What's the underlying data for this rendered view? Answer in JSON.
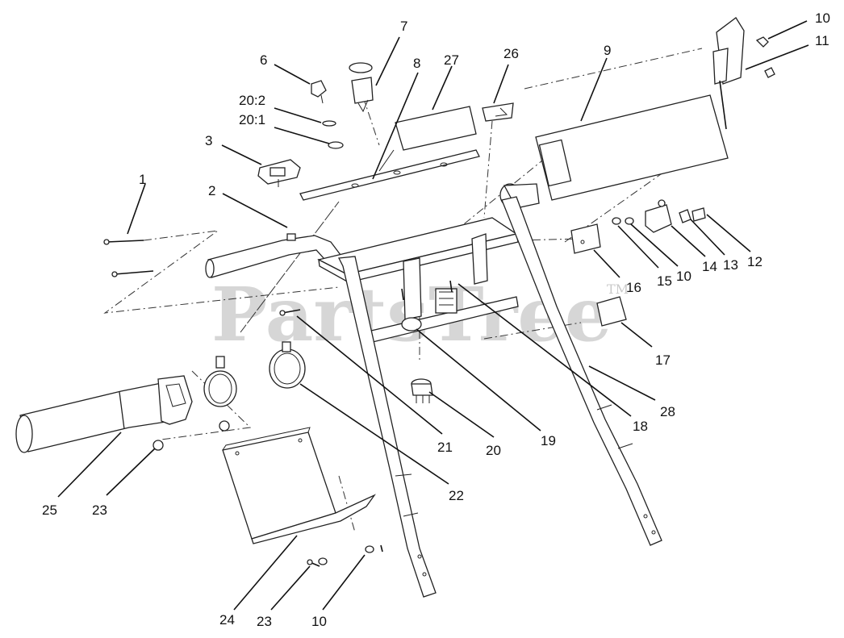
{
  "diagram": {
    "watermark": "PartsTree",
    "watermark_tm": "TM",
    "callouts": [
      "1",
      "2",
      "3",
      "6",
      "7",
      "8",
      "9",
      "10",
      "11",
      "12",
      "13",
      "14",
      "15",
      "16",
      "17",
      "18",
      "19",
      "20",
      "20:1",
      "20:2",
      "21",
      "22",
      "23",
      "24",
      "25",
      "26",
      "27",
      "28"
    ],
    "labels": {
      "l1": "1",
      "l2": "2",
      "l3": "3",
      "l6": "6",
      "l7": "7",
      "l8": "8",
      "l9": "9",
      "l10a": "10",
      "l10b": "10",
      "l10c": "10",
      "l11": "11",
      "l12": "12",
      "l13": "13",
      "l14": "14",
      "l15": "15",
      "l16": "16",
      "l17": "17",
      "l18": "18",
      "l19": "19",
      "l20": "20",
      "l20_1": "20:1",
      "l20_2": "20:2",
      "l21": "21",
      "l22": "22",
      "l23a": "23",
      "l23b": "23",
      "l24": "24",
      "l25": "25",
      "l26": "26",
      "l27": "27",
      "l28": "28"
    }
  }
}
